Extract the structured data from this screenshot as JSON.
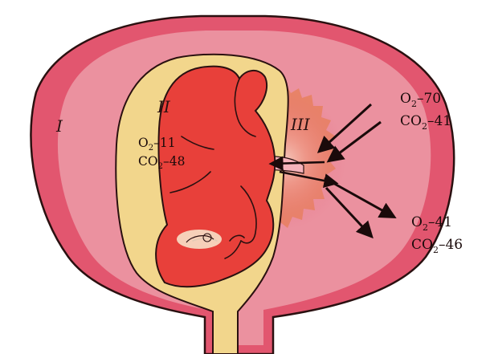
{
  "labels": {
    "region_1": "I",
    "region_2": "II",
    "region_3": "III"
  },
  "gas_values": {
    "fetal": {
      "o2_symbol": "O",
      "o2_subscript": "2",
      "o2_value": "–11",
      "co2_symbol": "CO",
      "co2_subscript": "2",
      "co2_value": "–48"
    },
    "maternal_in": {
      "o2_symbol": "O",
      "o2_subscript": "2",
      "o2_value": "–70",
      "co2_symbol": "CO",
      "co2_subscript": "2",
      "co2_value": "–41"
    },
    "maternal_out": {
      "o2_symbol": "O",
      "o2_subscript": "2",
      "o2_value": "–41",
      "co2_symbol": "CO",
      "co2_subscript": "2",
      "co2_value": "–46"
    }
  },
  "colors": {
    "uterus_wall": "#e2566f",
    "uterus_cavity": "#f3c3c6",
    "amniotic_fluid": "#f2d68c",
    "fetus": "#e8403a",
    "placenta": "#e8805e",
    "outline": "#2a1010"
  }
}
